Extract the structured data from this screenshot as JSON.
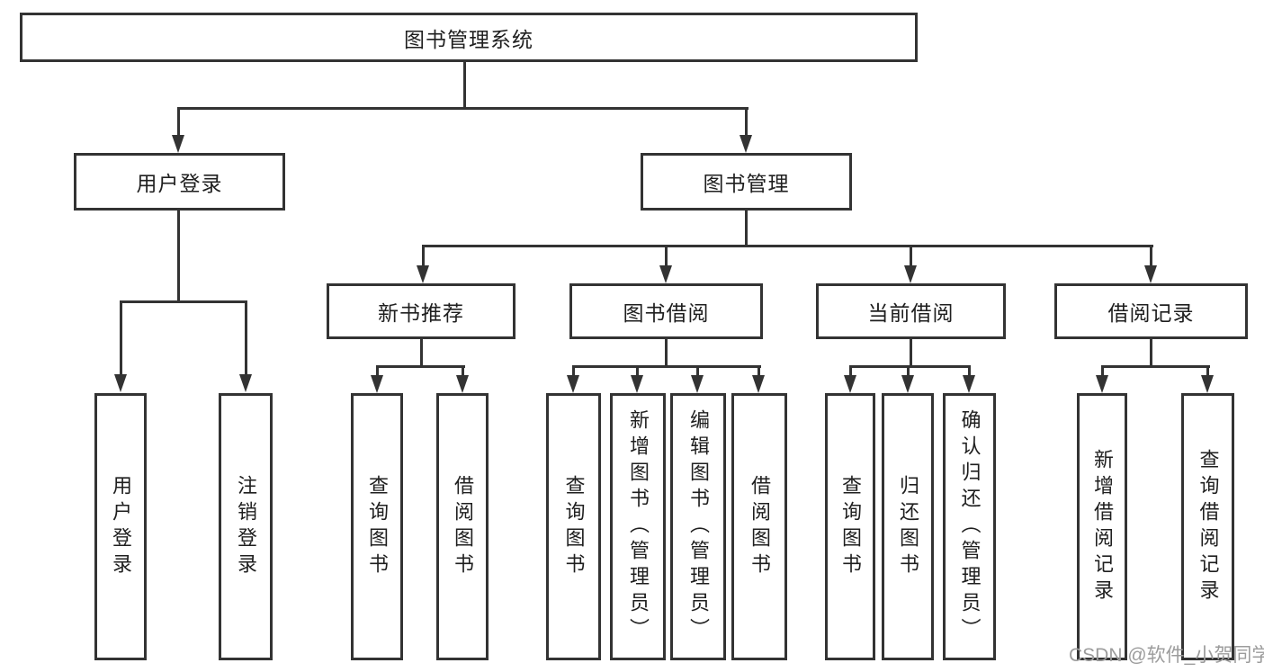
{
  "colors": {
    "background": "#ffffff",
    "line": "#333333",
    "box_border": "#333333",
    "text": "#1f1f1f",
    "watermark": "#9c9c9c"
  },
  "tree": {
    "label": "图书管理系统",
    "children": [
      {
        "label": "用户登录",
        "children": [
          {
            "label": "用户登录"
          },
          {
            "label": "注销登录"
          }
        ]
      },
      {
        "label": "图书管理",
        "children": [
          {
            "label": "新书推荐",
            "children": [
              {
                "label": "查询图书"
              },
              {
                "label": "借阅图书"
              }
            ]
          },
          {
            "label": "图书借阅",
            "children": [
              {
                "label": "查询图书"
              },
              {
                "label": "新增图书（管理员）"
              },
              {
                "label": "编辑图书（管理员）"
              },
              {
                "label": "借阅图书"
              }
            ]
          },
          {
            "label": "当前借阅",
            "children": [
              {
                "label": "查询图书"
              },
              {
                "label": "归还图书"
              },
              {
                "label": "确认归还（管理员）"
              }
            ]
          },
          {
            "label": "借阅记录",
            "children": [
              {
                "label": "新增借阅记录"
              },
              {
                "label": "查询借阅记录"
              }
            ]
          }
        ]
      }
    ]
  },
  "watermark": {
    "text": "CSDN @软件_小贺同学"
  }
}
